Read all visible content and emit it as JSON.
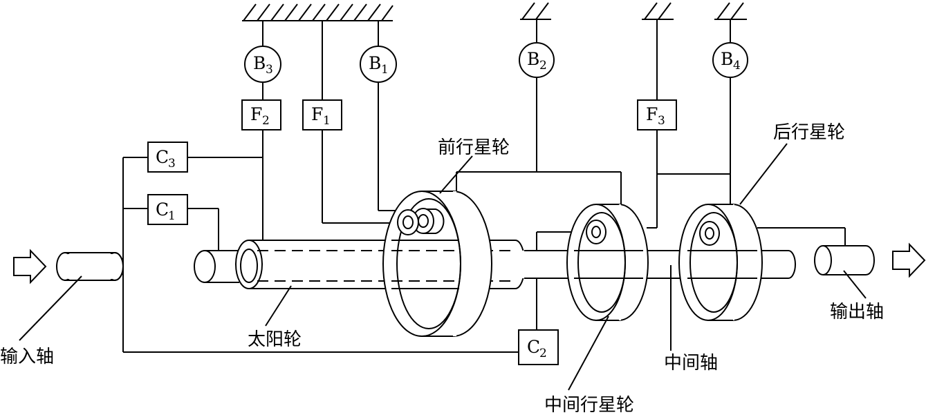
{
  "labels": {
    "input_shaft": "输入轴",
    "sun_gear": "太阳轮",
    "front_planet": "前行星轮",
    "middle_planet": "中间行星轮",
    "rear_planet": "后行星轮",
    "intermediate_shaft": "中间轴",
    "output_shaft": "输出轴"
  },
  "components": {
    "B3": {
      "sym": "B",
      "sub": "3"
    },
    "B1": {
      "sym": "B",
      "sub": "1"
    },
    "B2": {
      "sym": "B",
      "sub": "2"
    },
    "B4": {
      "sym": "B",
      "sub": "4"
    },
    "F1": {
      "sym": "F",
      "sub": "1"
    },
    "F2": {
      "sym": "F",
      "sub": "2"
    },
    "F3": {
      "sym": "F",
      "sub": "3"
    },
    "C1": {
      "sym": "C",
      "sub": "1"
    },
    "C2": {
      "sym": "C",
      "sub": "2"
    },
    "C3": {
      "sym": "C",
      "sub": "3"
    }
  }
}
